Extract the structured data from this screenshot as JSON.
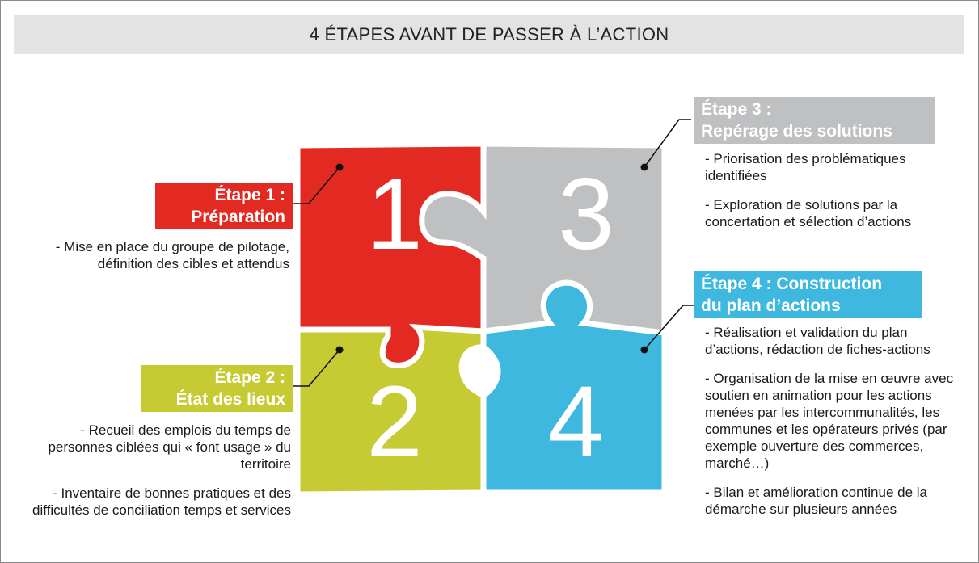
{
  "title": "4 ÉTAPES AVANT DE PASSER À L’ACTION",
  "colors": {
    "step1": "#e32a22",
    "step2": "#c6ca33",
    "step3": "#bfc0c2",
    "step4": "#3eb8de",
    "title_bg": "#e3e3e3"
  },
  "pieces": {
    "n1": "1",
    "n2": "2",
    "n3": "3",
    "n4": "4"
  },
  "step1": {
    "line1": "Étape 1 :",
    "line2": "Préparation",
    "items": [
      "- Mise en place du groupe de pilotage, définition des cibles et attendus"
    ]
  },
  "step2": {
    "line1": "Étape 2 :",
    "line2": "État des lieux",
    "items": [
      "- Recueil des emplois du temps de personnes ciblées qui « font usage » du territoire",
      "- Inventaire de bonnes pratiques et des difficultés de conciliation temps et services"
    ]
  },
  "step3": {
    "line1": "Étape 3 :",
    "line2": "Repérage des solutions",
    "items": [
      "- Priorisation des problématiques identifiées",
      "- Exploration de solutions par la concertation et sélection d’actions"
    ]
  },
  "step4": {
    "line1": "Étape 4 : Construction",
    "line2": "du plan d’actions",
    "items": [
      "- Réalisation et validation du plan d’actions, rédaction de fiches-actions",
      "- Organisation de la mise en œuvre avec soutien en animation pour les actions menées par les intercommunalités, les communes et les opérateurs privés (par exemple ouverture des commerces, marché…)",
      "- Bilan et amélioration continue de la démarche sur plusieurs années"
    ]
  }
}
